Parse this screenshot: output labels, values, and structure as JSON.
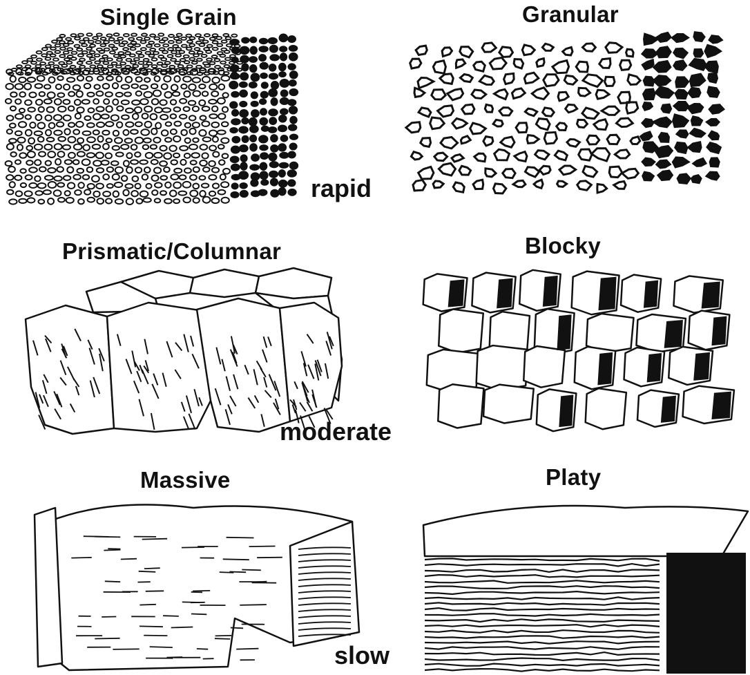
{
  "structures": {
    "single_grain": {
      "label": "Single Grain"
    },
    "granular": {
      "label": "Granular"
    },
    "prismatic": {
      "label": "Prismatic/Columnar"
    },
    "blocky": {
      "label": "Blocky"
    },
    "massive": {
      "label": "Massive"
    },
    "platy": {
      "label": "Platy"
    }
  },
  "rates": {
    "rapid": "rapid",
    "moderate": "moderate",
    "slow": "slow"
  }
}
